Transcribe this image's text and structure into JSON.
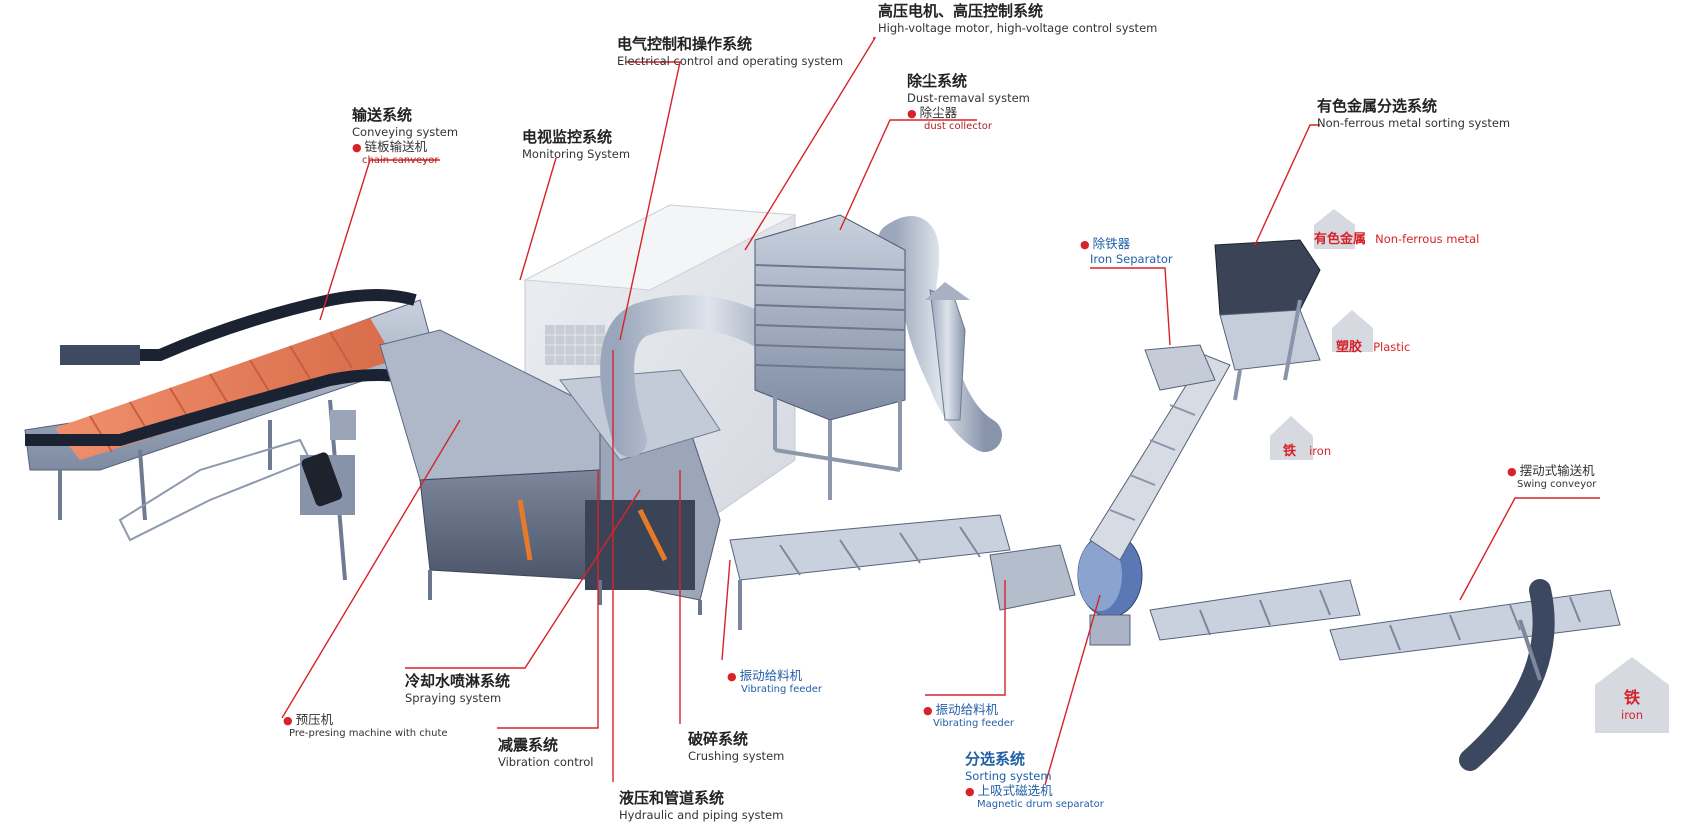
{
  "labels": {
    "hv": {
      "cn": "高压电机、高压控制系统",
      "en": "High-voltage motor, high-voltage control system"
    },
    "elec": {
      "cn": "电气控制和操作系统",
      "en": "Electrical control and operating system"
    },
    "dust": {
      "cn": "除尘系统",
      "en": "Dust-remaval system",
      "sub_cn": "除尘器",
      "sub_en": "dust collector"
    },
    "conveying": {
      "cn": "输送系统",
      "en": "Conveying system",
      "sub_cn": "链板输送机",
      "sub_en": "chain canveyor"
    },
    "monitor": {
      "cn": "电视监控系统",
      "en": "Monitoring System"
    },
    "nonferrous": {
      "cn": "有色金属分选系统",
      "en": "Non-ferrous metal sorting system"
    },
    "iron_sep": {
      "cn": "除铁器",
      "en": "Iron Separator"
    },
    "swing": {
      "sub_cn": "摆动式输送机",
      "sub_en": "Swing conveyor"
    },
    "spraying": {
      "cn": "冷却水喷淋系统",
      "en": "Spraying system"
    },
    "prepress": {
      "sub_cn": "预压机",
      "sub_en": "Pre-presing machine with chute"
    },
    "vibration": {
      "cn": "减震系统",
      "en": "Vibration control"
    },
    "crushing": {
      "cn": "破碎系统",
      "en": "Crushing system"
    },
    "hydraulic": {
      "cn": "液压和管道系统",
      "en": "Hydraulic and piping system"
    },
    "vib_feeder1": {
      "sub_cn": "振动给料机",
      "sub_en": "Vibrating feeder"
    },
    "vib_feeder2": {
      "sub_cn": "振动给料机",
      "sub_en": "Vibrating feeder"
    },
    "sorting": {
      "cn": "分选系统",
      "en": "Sorting system",
      "sub_cn": "上吸式磁选机",
      "sub_en": "Magnetic drum separator"
    }
  },
  "materials": {
    "nonferrous": {
      "cn": "有色金属",
      "en": "Non-ferrous metal"
    },
    "plastic": {
      "cn": "塑胶",
      "en": "Plastic"
    },
    "iron1": {
      "cn": "铁",
      "en": "iron"
    },
    "iron2": {
      "cn": "铁",
      "en": "iron"
    }
  },
  "colors": {
    "leader": "#d8222a",
    "blue_label": "#1f5fa8",
    "steel": "#8a96ac",
    "belt": "#e07a55"
  }
}
